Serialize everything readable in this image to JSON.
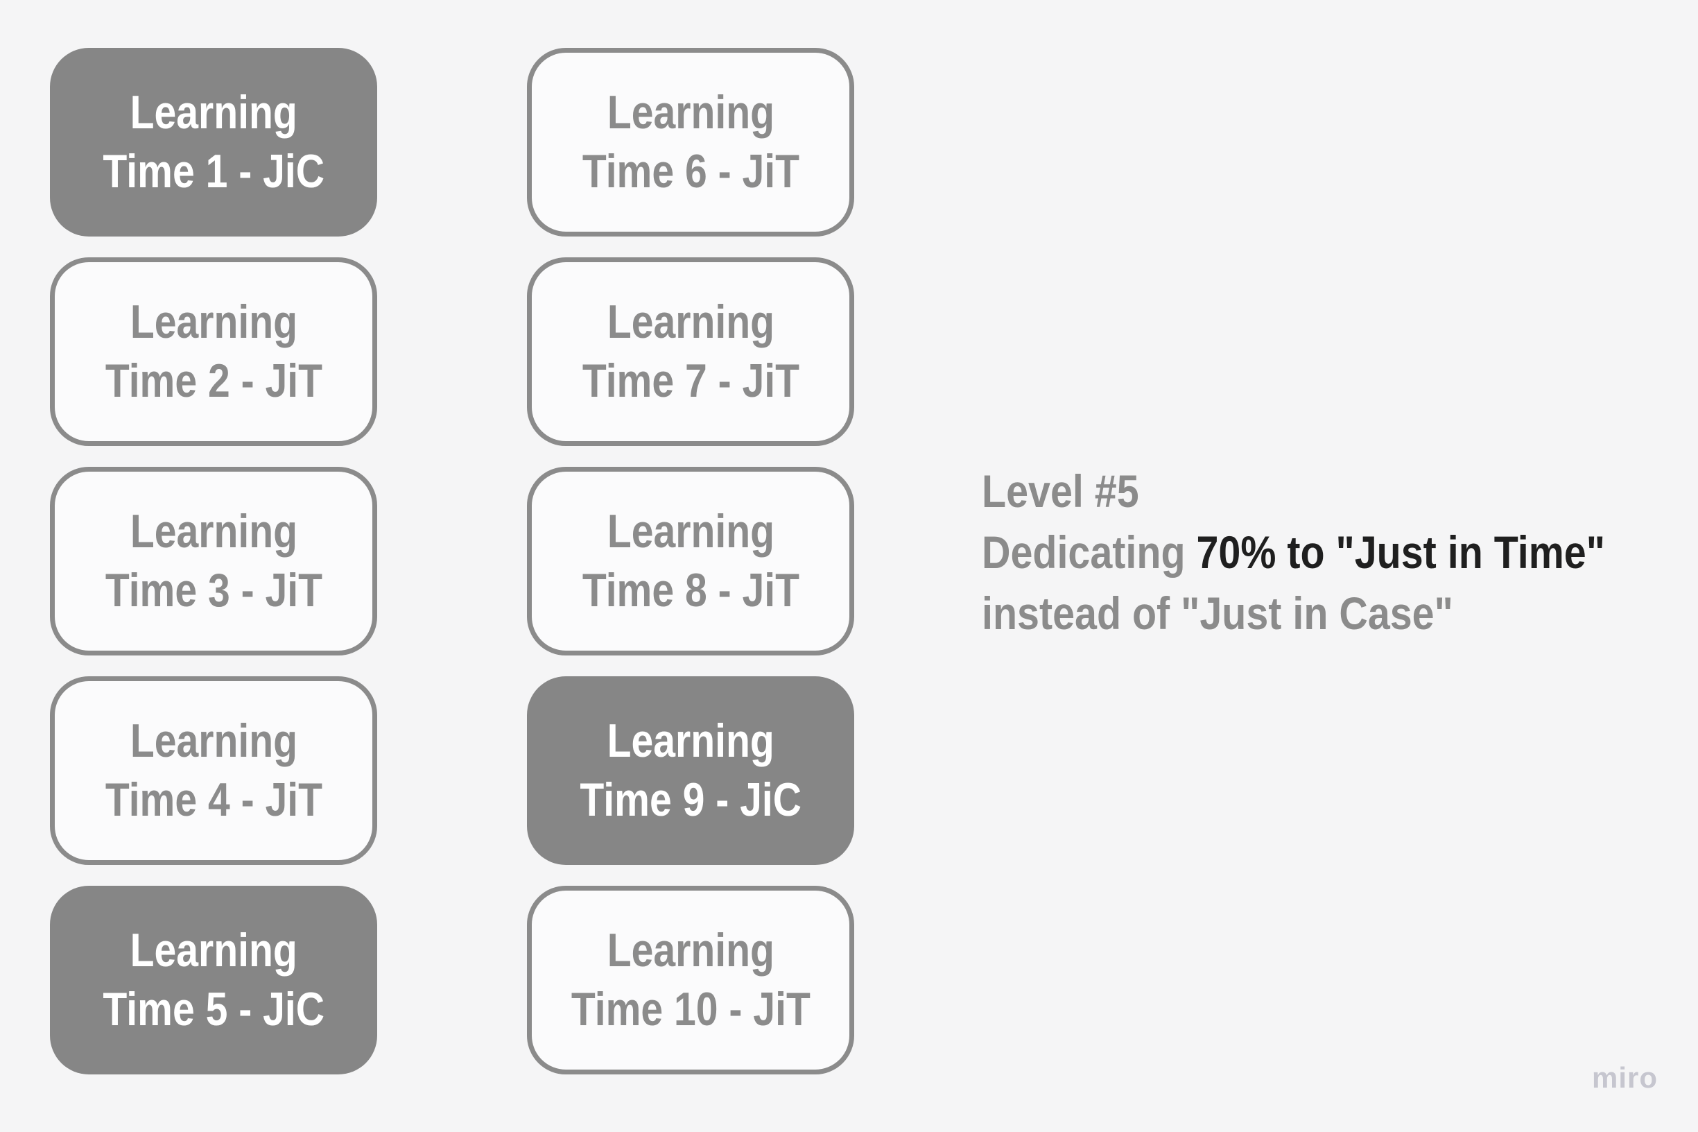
{
  "page": {
    "background": "#f5f5f6"
  },
  "board": {
    "cards": [
      {
        "line1": "Learning",
        "line2": "Time 1 - JiC",
        "variant": "filled"
      },
      {
        "line1": "Learning",
        "line2": "Time 2 - JiT",
        "variant": "outline"
      },
      {
        "line1": "Learning",
        "line2": "Time 3 - JiT",
        "variant": "outline"
      },
      {
        "line1": "Learning",
        "line2": "Time 4 - JiT",
        "variant": "outline"
      },
      {
        "line1": "Learning",
        "line2": "Time 5 - JiC",
        "variant": "filled"
      },
      {
        "line1": "Learning",
        "line2": "Time 6 - JiT",
        "variant": "outline"
      },
      {
        "line1": "Learning",
        "line2": "Time 7 - JiT",
        "variant": "outline"
      },
      {
        "line1": "Learning",
        "line2": "Time 8 - JiT",
        "variant": "outline"
      },
      {
        "line1": "Learning",
        "line2": "Time 9 - JiC",
        "variant": "filled"
      },
      {
        "line1": "Learning",
        "line2": "Time 10 - JiT",
        "variant": "outline"
      }
    ],
    "colors": {
      "filled_bg": "#868686",
      "filled_text": "#ffffff",
      "outline_border": "#8b8b8b",
      "outline_text": "#8b8b8b",
      "outline_bg": "#fbfbfc"
    }
  },
  "annotation": {
    "line1": "Level #5",
    "line2_prefix": "Dedicating ",
    "line2_emphasis": "70% to \"Just in Time\"",
    "line3": "instead of \"Just in Case\"",
    "gray_color": "#8b8b8b",
    "emphasis_color": "#1f1f1f"
  },
  "watermark": {
    "label": "miro",
    "color": "#c6c6cf"
  }
}
